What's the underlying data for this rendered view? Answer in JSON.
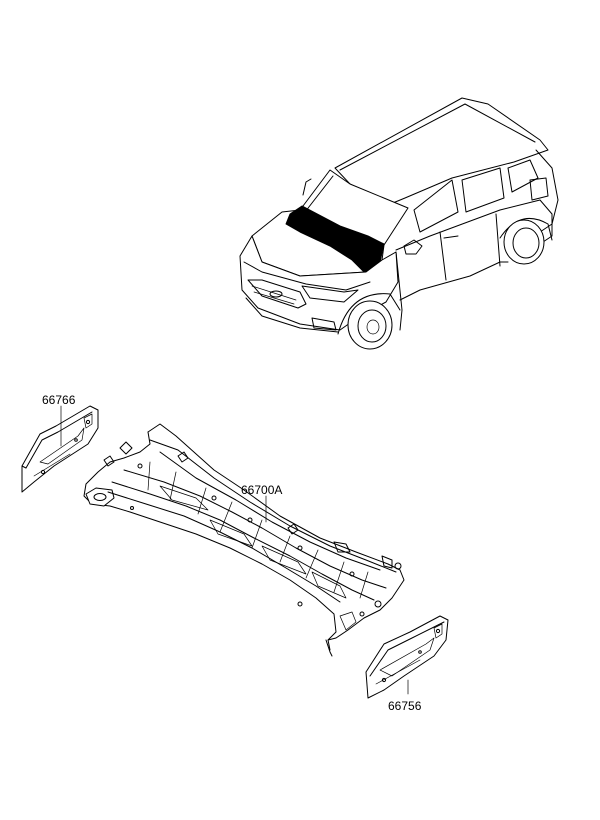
{
  "parts": [
    {
      "number": "66766"
    },
    {
      "number": "66700A"
    },
    {
      "number": "66756"
    }
  ]
}
